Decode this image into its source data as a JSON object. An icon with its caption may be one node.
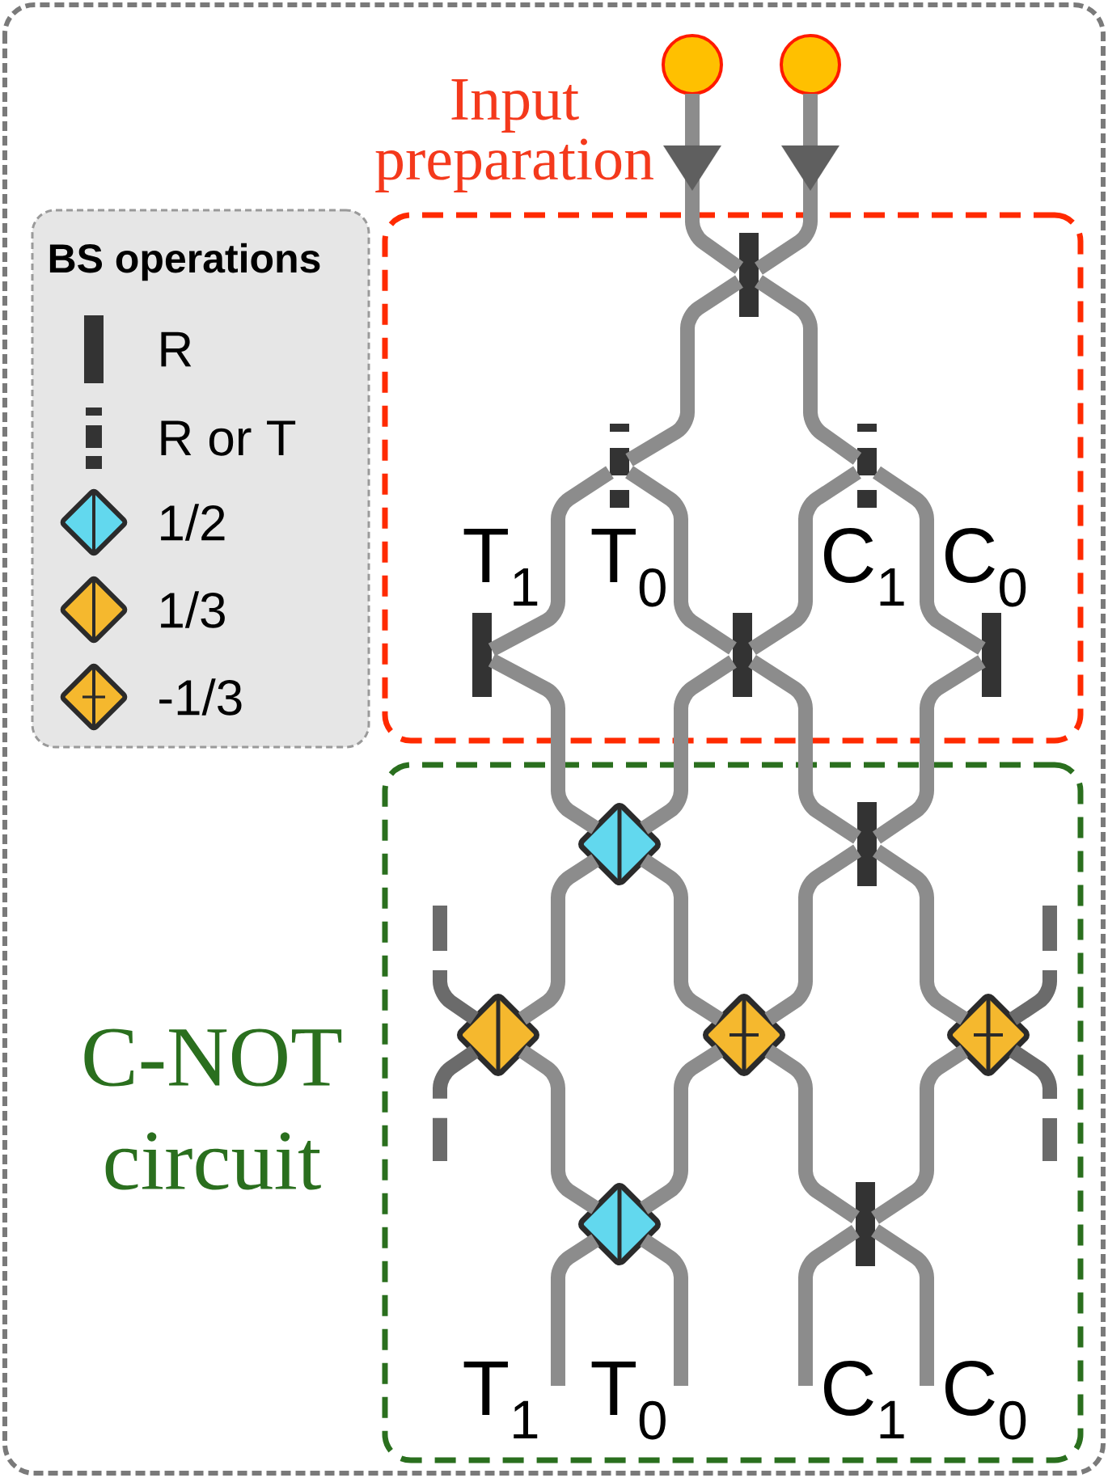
{
  "diagram": {
    "nodes": [
      {
        "text": [],
        "shape": "circle"
      },
      {
        "text": [],
        "shape": "circle"
      },
      {
        "text": [
          "Input preparation"
        ]
      },
      {
        "text": [],
        "shape": "bar",
        "in": 2
      },
      {
        "text": [],
        "shape": "bar",
        "in": 2
      },
      {
        "text": [],
        "shape": "bar",
        "in": 2
      },
      {
        "text": [],
        "shape": "bar",
        "in": 2
      },
      {
        "text": [],
        "shape": "bar",
        "in": 2
      },
      {
        "text": [],
        "shape": "bar",
        "in": 2
      },
      {
        "text": [
          "C-NOT circuit"
        ]
      },
      {
        "text": [],
        "shape": "diamond",
        "in": 9
      },
      {
        "text": [],
        "shape": "bar",
        "in": 9
      },
      {
        "text": [],
        "shape": "diamond",
        "in": 9
      },
      {
        "text": [],
        "shape": "diamond",
        "in": 9
      },
      {
        "text": [],
        "shape": "diamond",
        "in": 9
      },
      {
        "text": [],
        "shape": "diamond",
        "in": 9
      },
      {
        "text": [],
        "shape": "bar",
        "in": 9
      },
      {
        "text": [
          "BS operations"
        ]
      }
    ],
    "edges": [
      {
        "from": 0,
        "to": 3,
        "arrow": "to"
      },
      {
        "from": 1,
        "to": 3,
        "arrow": "to"
      },
      {
        "from": 3,
        "to": 4,
        "arrow": "none"
      },
      {
        "from": 3,
        "to": 5,
        "arrow": "none"
      },
      {
        "from": 4,
        "to": 6,
        "arrow": "none"
      },
      {
        "from": 4,
        "to": 7,
        "arrow": "none"
      },
      {
        "from": 5,
        "to": 7,
        "arrow": "none"
      },
      {
        "from": 5,
        "to": 8,
        "arrow": "none"
      },
      {
        "from": 6,
        "to": 10,
        "arrow": "none"
      },
      {
        "from": 7,
        "to": 10,
        "arrow": "none"
      },
      {
        "from": 7,
        "to": 11,
        "arrow": "none"
      },
      {
        "from": 8,
        "to": 11,
        "arrow": "none"
      },
      {
        "from": 10,
        "to": 12,
        "arrow": "none"
      },
      {
        "from": 10,
        "to": 13,
        "arrow": "none"
      },
      {
        "from": 11,
        "to": 13,
        "arrow": "none"
      },
      {
        "from": 11,
        "to": 14,
        "arrow": "none"
      },
      {
        "from": null,
        "to": 12,
        "arrow": "none",
        "style": "dashed",
        "color": "#6b6b6b"
      },
      {
        "from": 12,
        "to": null,
        "arrow": "none",
        "style": "dashed",
        "color": "#6b6b6b"
      },
      {
        "from": null,
        "to": 14,
        "arrow": "none",
        "style": "dashed",
        "color": "#6b6b6b"
      },
      {
        "from": 14,
        "to": null,
        "arrow": "none",
        "style": "dashed",
        "color": "#6b6b6b"
      },
      {
        "from": 12,
        "to": 15,
        "arrow": "none"
      },
      {
        "from": 13,
        "to": 15,
        "arrow": "none"
      },
      {
        "from": 13,
        "to": 16,
        "arrow": "none"
      },
      {
        "from": 14,
        "to": 16,
        "arrow": "none"
      },
      {
        "from": 15,
        "to": null,
        "arrow": "none"
      },
      {
        "from": 15,
        "to": null,
        "arrow": "none"
      },
      {
        "from": 16,
        "to": null,
        "arrow": "none"
      },
      {
        "from": 16,
        "to": null,
        "arrow": "none"
      }
    ],
    "labels": [
      "T$_{1}$",
      "T$_{0}$",
      "C$_{1}$",
      "C$_{0}$",
      "T$_{1}$",
      "T$_{0}$",
      "C$_{1}$",
      "C$_{0}$"
    ],
    "legend": [
      {
        "text": "R"
      },
      {
        "text": "R or T"
      },
      {
        "text": "1/2",
        "color": "#62d8ee"
      },
      {
        "text": "1/3",
        "color": "#f5b82e"
      },
      {
        "text": "-1/3",
        "color": "#f5b82e"
      }
    ]
  }
}
